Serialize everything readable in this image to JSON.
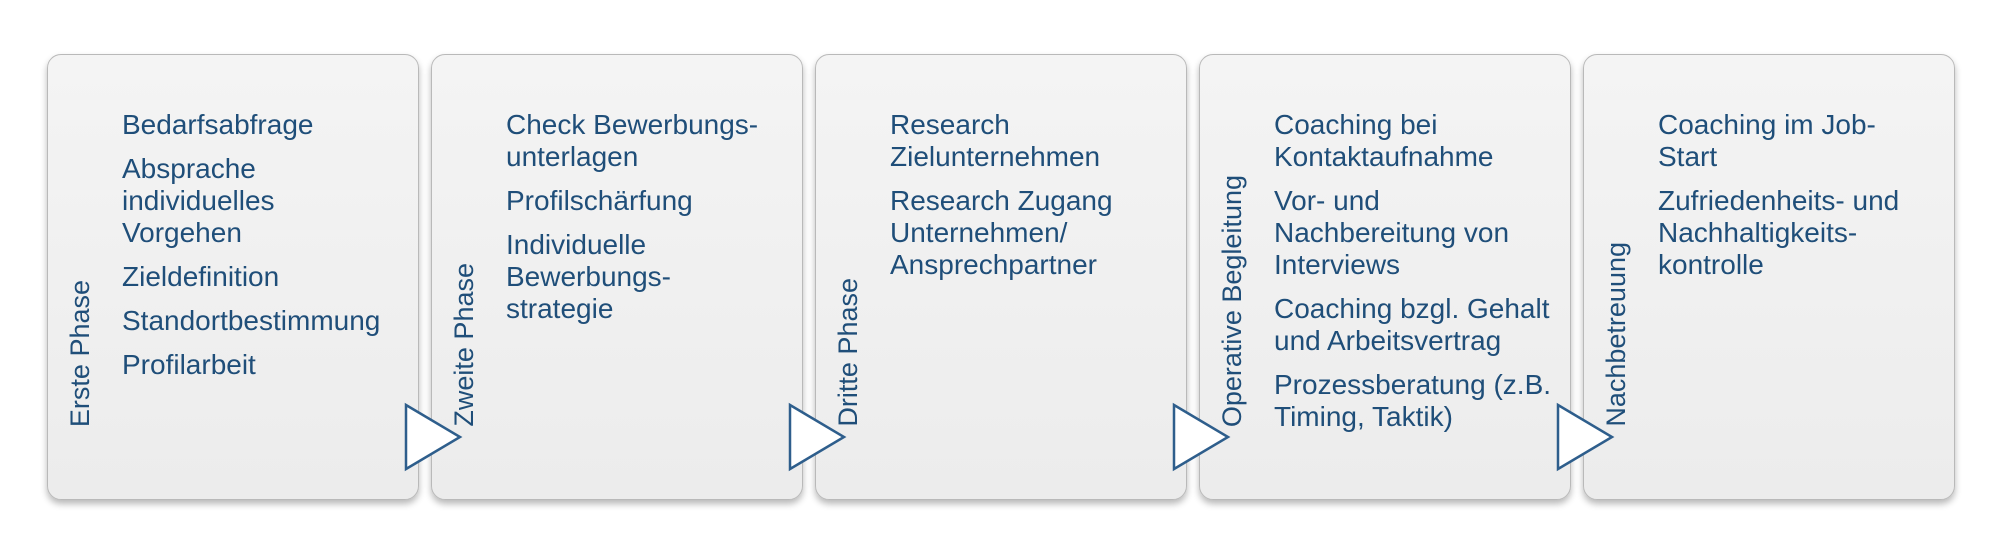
{
  "phases": [
    {
      "label": "Erste Phase",
      "items": [
        "Bedarfsabfrage",
        "Absprache\nindividuelles\nVorgehen",
        "Zieldefinition",
        "Standortbestimmung",
        "Profilarbeit"
      ]
    },
    {
      "label": "Zweite Phase",
      "items": [
        "Check Bewerbungs-\nunterlagen",
        "Profilschärfung",
        "Individuelle\nBewerbungs-\nstrategie"
      ]
    },
    {
      "label": "Dritte Phase",
      "items": [
        "Research\nZielunternehmen",
        "Research Zugang\nUnternehmen/\nAnsprechpartner"
      ]
    },
    {
      "label": "Operative Begleitung",
      "items": [
        "Coaching bei\nKontaktaufnahme",
        "Vor- und\nNachbereitung von\nInterviews",
        "Coaching bzgl. Gehalt\nund Arbeitsvertrag",
        "Prozessberatung (z.B.\nTiming, Taktik)"
      ]
    },
    {
      "label": "Nachbetreuung",
      "items": [
        "Coaching im Job-\nStart",
        "Zufriedenheits- und\nNachhaltigkeits-\nkontrolle"
      ]
    }
  ],
  "colors": {
    "text": "#1f4e79",
    "arrow_stroke": "#2e5e8c",
    "box_border": "#b9b9b9"
  },
  "icons": {
    "connector": "triangle-arrow-right-icon"
  }
}
